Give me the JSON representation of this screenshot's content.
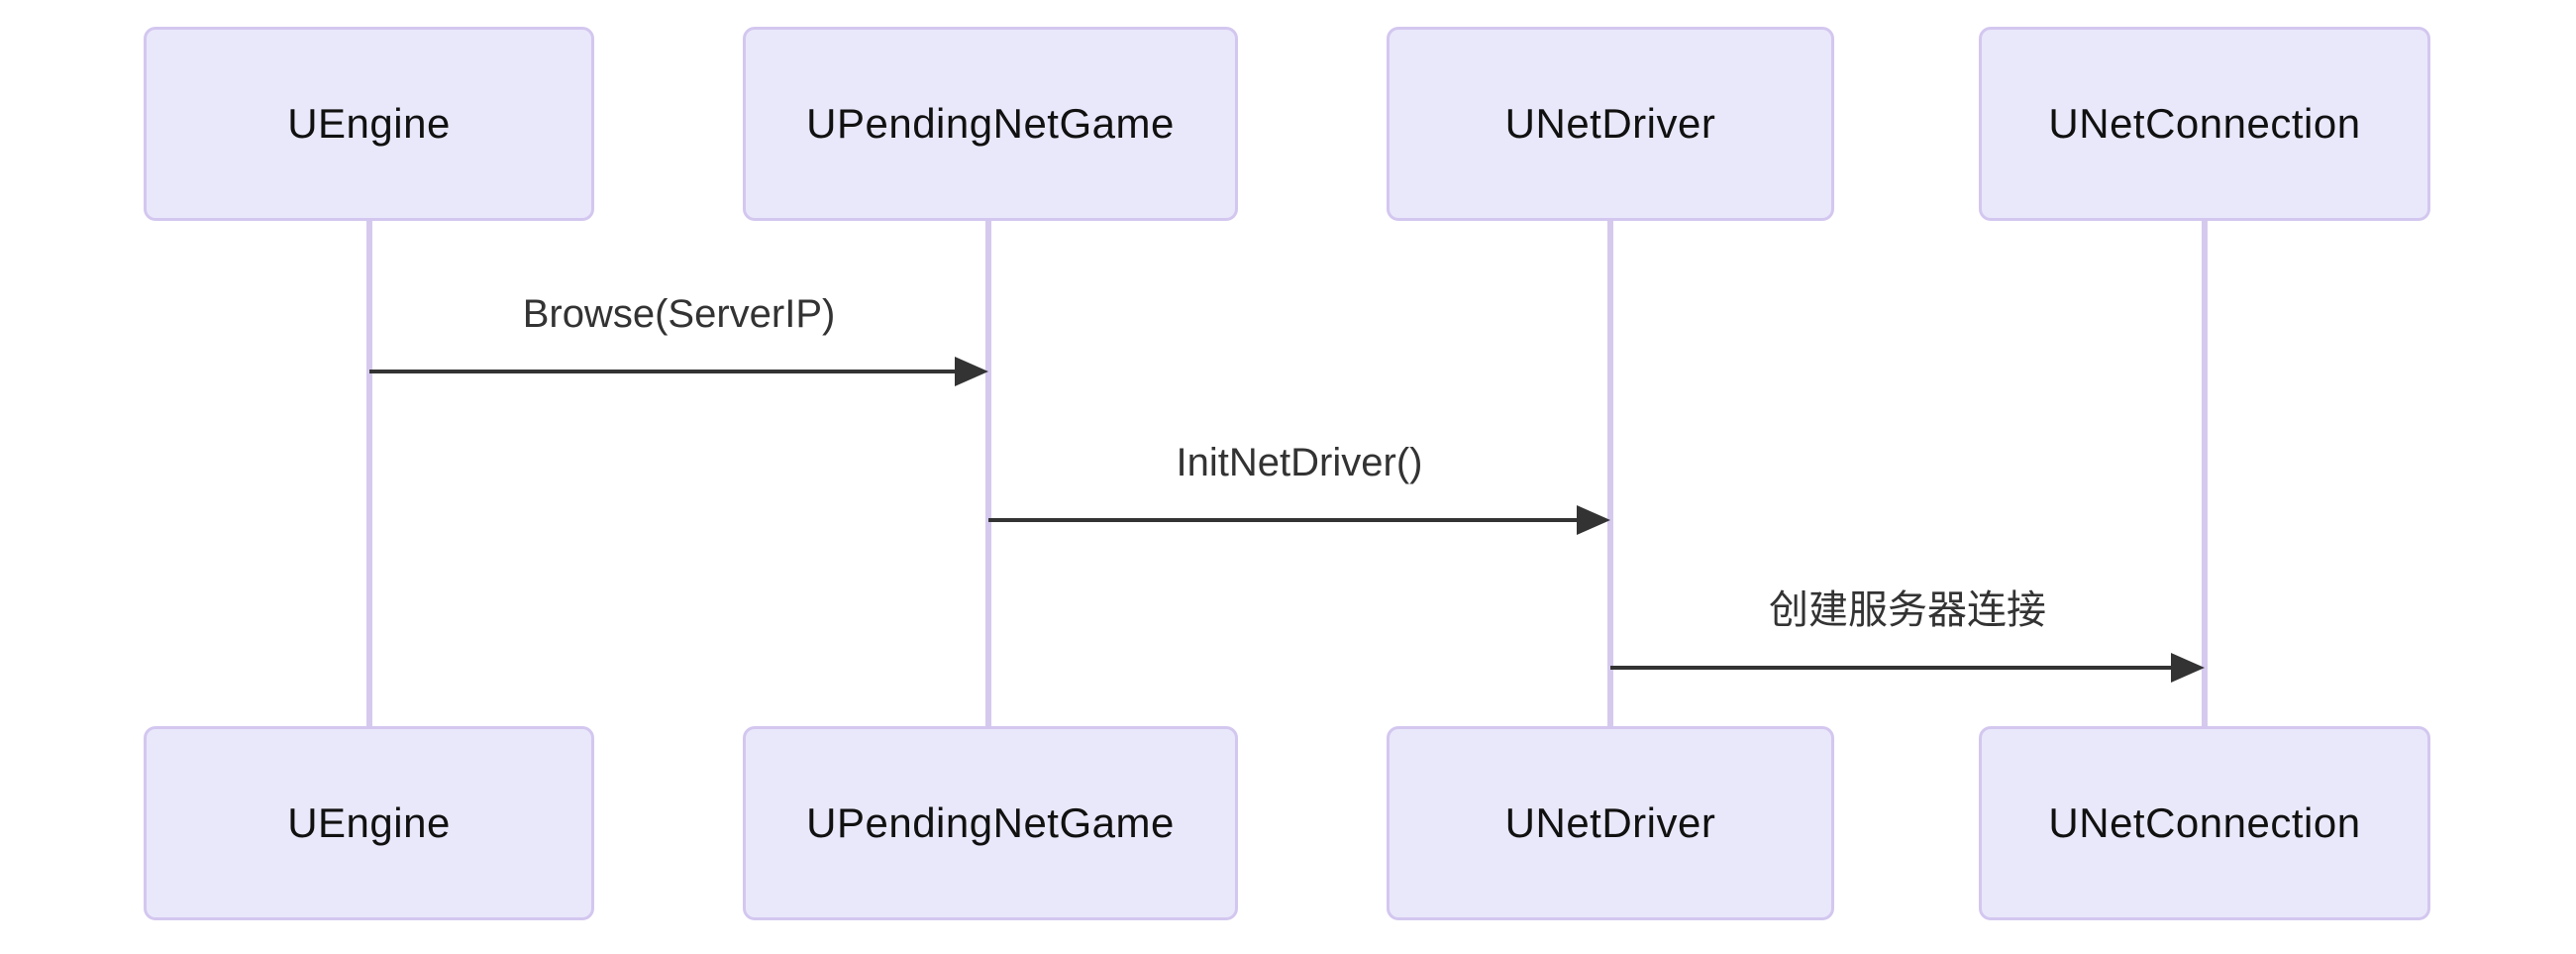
{
  "diagram": {
    "kind": "sequence-diagram",
    "participants": [
      {
        "id": "UEngine",
        "name": "UEngine"
      },
      {
        "id": "UPendingNetGame",
        "name": "UPendingNetGame"
      },
      {
        "id": "UNetDriver",
        "name": "UNetDriver"
      },
      {
        "id": "UNetConnection",
        "name": "UNetConnection"
      }
    ],
    "messages": [
      {
        "from": "UEngine",
        "to": "UPendingNetGame",
        "label": "Browse(ServerIP)",
        "arrow": "solid-filled-head"
      },
      {
        "from": "UPendingNetGame",
        "to": "UNetDriver",
        "label": "InitNetDriver()",
        "arrow": "solid-filled-head"
      },
      {
        "from": "UNetDriver",
        "to": "UNetConnection",
        "label": "创建服务器连接",
        "arrow": "solid-filled-head"
      }
    ],
    "colors": {
      "actor_fill": "#E9E8FB",
      "actor_border": "#D3C7EF",
      "lifeline": "#D5CAEE",
      "message_line": "#333333",
      "message_text": "#333333",
      "actor_text": "#111111",
      "background": "#FFFFFF"
    }
  }
}
